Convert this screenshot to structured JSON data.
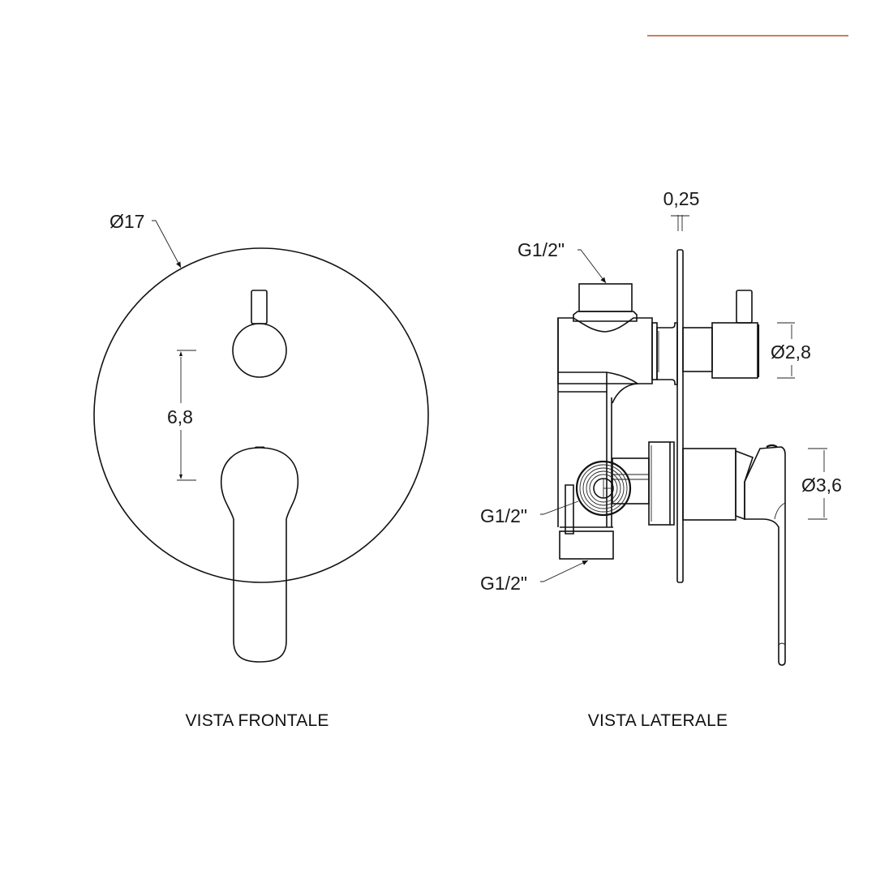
{
  "colors": {
    "accent": "#c8805f",
    "ink": "#111111",
    "background": "#ffffff"
  },
  "front_view": {
    "caption": "VISTA FRONTALE",
    "dimensions": {
      "plate_diameter": "Ø17",
      "handle_spacing": "6,8"
    }
  },
  "side_view": {
    "caption": "VISTA LATERALE",
    "dimensions": {
      "plate_thickness": "0,25",
      "top_connection": "G1/2\"",
      "diverter_knob_diameter": "Ø2,8",
      "lever_diameter": "Ø3,6",
      "side_connection": "G1/2\"",
      "bottom_connection": "G1/2\""
    }
  }
}
